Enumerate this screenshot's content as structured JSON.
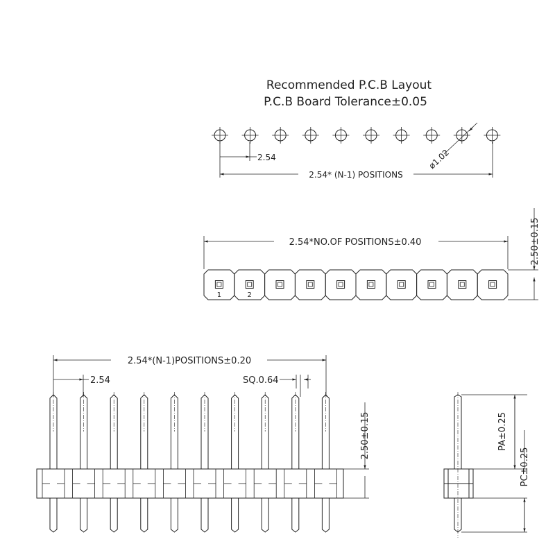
{
  "header": {
    "title": "Recommended P.C.B Layout",
    "subtitle": "P.C.B Board Tolerance±0.05"
  },
  "layout": {
    "hole_count": 10,
    "pitch_label": "2.54",
    "hole_dia_label": "ø1.02",
    "span_label": "2.54* (N-1) POSITIONS"
  },
  "top_view": {
    "width_label": "2.54*NO.OF  POSITIONS±0.40",
    "height_label": "2.50±0.15",
    "pin_numbers": [
      "1",
      "2"
    ],
    "position_count": 10
  },
  "front_view": {
    "span_label": "2.54*(N-1)POSITIONS±0.20",
    "pitch_label": "2.54",
    "square_label": "SQ.0.64",
    "body_height_label": "2.50±0.15",
    "pin_count": 10
  },
  "side_view": {
    "pa_label": "PA±0.25",
    "pc_label": "PC±0.25"
  }
}
